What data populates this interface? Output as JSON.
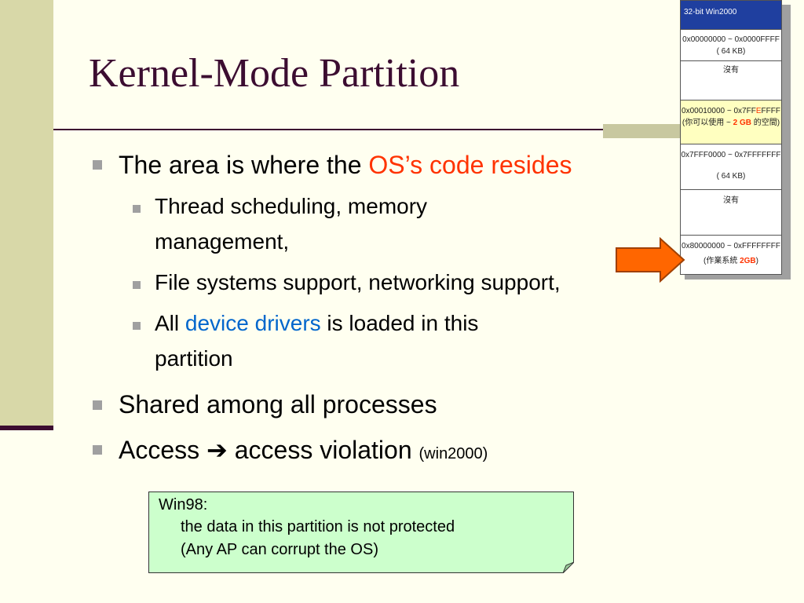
{
  "slide": {
    "title": "Kernel-Mode Partition",
    "bullets": {
      "b1_prefix": "The area is where the ",
      "b1_highlight": "OS’s code resides",
      "sub1_line1": "Thread scheduling, memory",
      "sub1_line2": "management,",
      "sub2": "File systems support, networking support,",
      "sub3_prefix": "All ",
      "sub3_highlight": "device drivers",
      "sub3_suffix": " is loaded in this",
      "sub3_line2": "partition",
      "b2": "Shared among all processes",
      "b3_prefix": "Access ",
      "b3_arrow": "➔",
      "b3_suffix": " access violation ",
      "b3_small": "(win2000)"
    },
    "note": {
      "line1": "Win98:",
      "line2": "the data in this partition is not protected",
      "line3": "(Any AP can corrupt the OS)"
    },
    "memory_map": {
      "header": "32-bit Win2000",
      "cell1_line1": "0x00000000 ~ 0x0000FFFF",
      "cell1_line2": "( 64 KB)",
      "cell2": "沒有",
      "cell3_line1_prefix": "0x00010000 ~ 0x7FF",
      "cell3_line1_red": "E",
      "cell3_line1_suffix": "FFFF",
      "cell3_line2_prefix": "(你可以使用 ~ ",
      "cell3_line2_red": "2 GB",
      "cell3_line2_suffix": " 的空間)",
      "cell4_line1": "0x7FFF0000 ~ 0x7FFFFFFF",
      "cell4_line2": "( 64 KB)",
      "cell5": "沒有",
      "cell6_line1": "0x80000000 ~ 0xFFFFFFFF",
      "cell6_line2_prefix": "(作業系統 ",
      "cell6_line2_red": "2GB",
      "cell6_line2_suffix": ")"
    },
    "colors": {
      "title": "#3c0d31",
      "highlight_red": "#ff3300",
      "highlight_blue": "#0066cc",
      "note_bg": "#ccffcc",
      "arrow": "#ff6600",
      "mem_header_bg": "#1f3f9f",
      "mem_highlight_bg": "#ffffc0"
    }
  }
}
